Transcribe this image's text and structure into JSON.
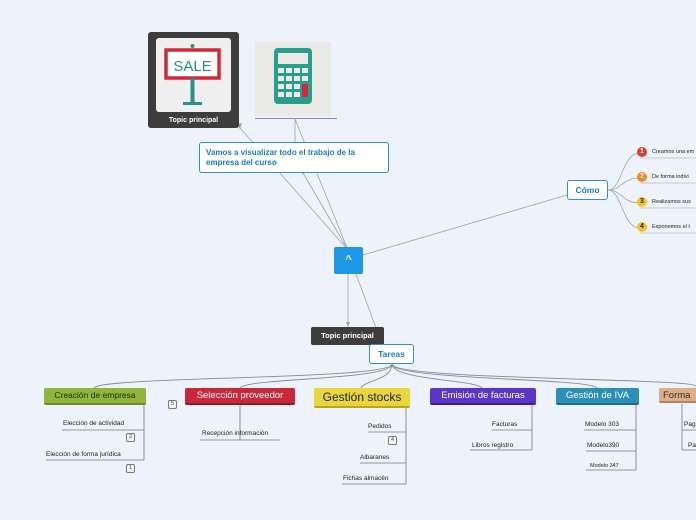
{
  "sale_card": {
    "sign_text": "SALE",
    "title": "Topic principal"
  },
  "calculator_card": {
    "icon": "calculator-icon"
  },
  "callout": {
    "text": "Vamos a visualizar todo el trabajo de la empresa del curso"
  },
  "center": {
    "label": "^"
  },
  "topic_dark": {
    "label": "Topic principal"
  },
  "tareas": {
    "label": "Tareas"
  },
  "como": {
    "label": "Cómo",
    "items": [
      {
        "num": "1",
        "text": "Creamos una em",
        "color": "#e03a2e"
      },
      {
        "num": "2",
        "text": "De forma indivi",
        "color": "#f08a24"
      },
      {
        "num": "3",
        "text": "Realizamos sus",
        "color": "#f5c518"
      },
      {
        "num": "4",
        "text": "Exponemos el t",
        "color": "#f5c518"
      }
    ]
  },
  "branches": [
    {
      "label": "Creación de empresa",
      "color": "#8fb53a",
      "text_color": "#1d2a06",
      "leaves": [
        {
          "text": "Elección de actividad",
          "count": "2"
        },
        {
          "text": "Elección de forma jurídica",
          "count": "1"
        }
      ]
    },
    {
      "label": "Selección proveedor",
      "color": "#c8283c",
      "text_color": "#ffffff",
      "count": "5",
      "leaves": [
        {
          "text": "Recepción información"
        }
      ]
    },
    {
      "label": "Gestión stocks",
      "color": "#e9d63a",
      "text_color": "#1d1d1d",
      "leaves": [
        {
          "text": "Pedidos",
          "count": "4"
        },
        {
          "text": "Albaranes"
        },
        {
          "text": "Fichas almacén"
        }
      ]
    },
    {
      "label": "Emisión de facturas",
      "color": "#5a36c8",
      "text_color": "#ffffff",
      "leaves": [
        {
          "text": "Facturas"
        },
        {
          "text": "Libros registro"
        }
      ]
    },
    {
      "label": "Gestión de IVA",
      "color": "#2b8fb8",
      "text_color": "#ffffff",
      "leaves": [
        {
          "text": "Modelo 303"
        },
        {
          "text": "Modelo390"
        },
        {
          "text": "Modelo 347"
        }
      ]
    },
    {
      "label": "Forma",
      "color": "#d9b08a",
      "text_color": "#3a2a1a",
      "leaves": [
        {
          "text": "Pag"
        },
        {
          "text": "Pa"
        }
      ]
    }
  ]
}
